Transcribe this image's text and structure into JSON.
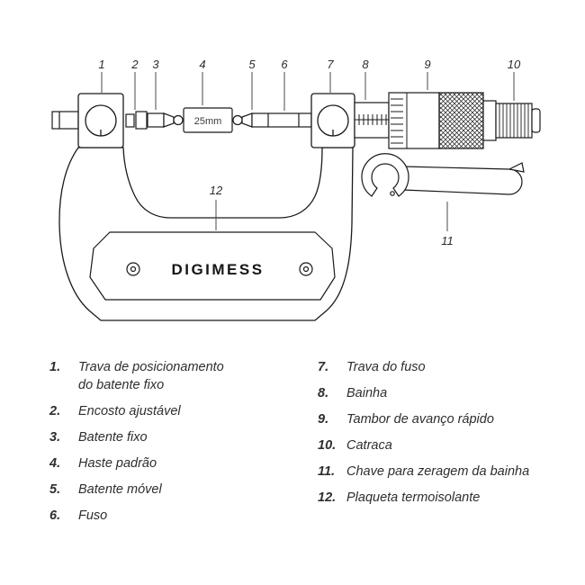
{
  "figure": {
    "brand": "DIGIMESS",
    "rod_label": "25mm",
    "callouts": [
      "1",
      "2",
      "3",
      "4",
      "5",
      "6",
      "7",
      "8",
      "9",
      "10",
      "11",
      "12"
    ]
  },
  "legend": {
    "left": [
      {
        "num": "1.",
        "label": "Trava de posicionamento do batente fixo"
      },
      {
        "num": "2.",
        "label": "Encosto ajustável"
      },
      {
        "num": "3.",
        "label": "Batente fixo"
      },
      {
        "num": "4.",
        "label": "Haste padrão"
      },
      {
        "num": "5.",
        "label": "Batente móvel"
      },
      {
        "num": "6.",
        "label": "Fuso"
      }
    ],
    "right": [
      {
        "num": "7.",
        "label": "Trava do fuso"
      },
      {
        "num": "8.",
        "label": "Bainha"
      },
      {
        "num": "9.",
        "label": "Tambor de avanço rápido"
      },
      {
        "num": "10.",
        "label": "Catraca"
      },
      {
        "num": "11.",
        "label": "Chave para zeragem da bainha"
      },
      {
        "num": "12.",
        "label": "Plaqueta termoisolante"
      }
    ]
  },
  "colors": {
    "line": "#1a1a1a",
    "text": "#2e2e2e",
    "background": "#ffffff"
  }
}
